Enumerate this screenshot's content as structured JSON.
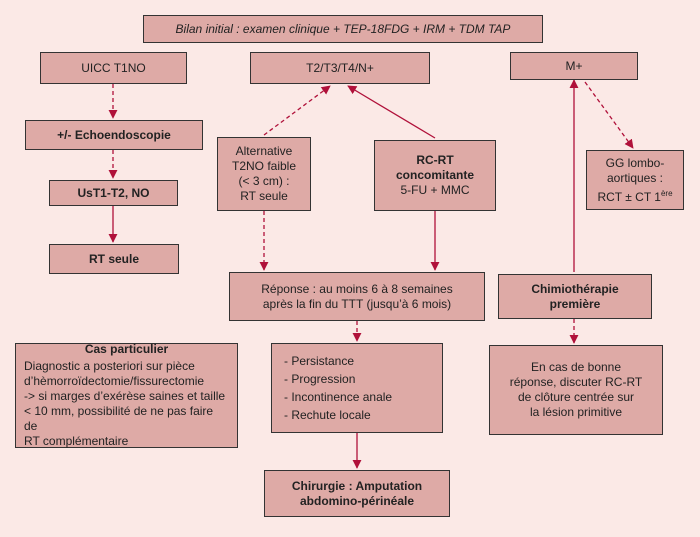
{
  "header": {
    "text": "Bilan initial : examen clinique + TEP-18FDG + IRM + TDM TAP"
  },
  "col_left": {
    "stage": "UICC T1NO",
    "exam": "+/- Echoendoscopie",
    "result": "UsT1-T2, NO",
    "treatment": "RT seule"
  },
  "col_mid": {
    "stage": "T2/T3/T4/N+",
    "alternative": [
      "Alternative",
      "T2NO faible",
      "(< 3 cm) :",
      "RT seule"
    ],
    "rcrt": {
      "title": [
        "RC-RT",
        "concomitante"
      ],
      "drugs": "5-FU + MMC"
    },
    "response": [
      "Réponse : au moins 6 à 8 semaines",
      "après la fin du TTT (jusqu’à 6 mois)"
    ],
    "outcomes": [
      "- Persistance",
      "- Progression",
      "- Incontinence anale",
      "- Rechute locale"
    ],
    "surgery": [
      "Chirurgie : Amputation",
      "abdomino-périnéale"
    ]
  },
  "col_right": {
    "stage": "M+",
    "gg": [
      "GG lombo-",
      "aortiques :",
      "RCT ± CT 1",
      "ère"
    ],
    "chemo": [
      "Chimiothérapie",
      "première"
    ],
    "good_response": [
      "En cas de bonne",
      "réponse, discuter RC-RT",
      "de clôture centrée sur",
      "la lésion primitive"
    ]
  },
  "special_case": {
    "title": "Cas particulier",
    "lines": [
      "Diagnostic a posteriori sur pièce",
      "d’hèmorroïdectomie/fissurectomie",
      "-> si marges d’exérèse saines et taille",
      "< 10 mm, possibilité de ne pas faire de",
      "RT complémentaire"
    ]
  },
  "colors": {
    "box_fill": "#deaaa6",
    "background": "#fbe9e6",
    "arrow": "#b0113a"
  }
}
